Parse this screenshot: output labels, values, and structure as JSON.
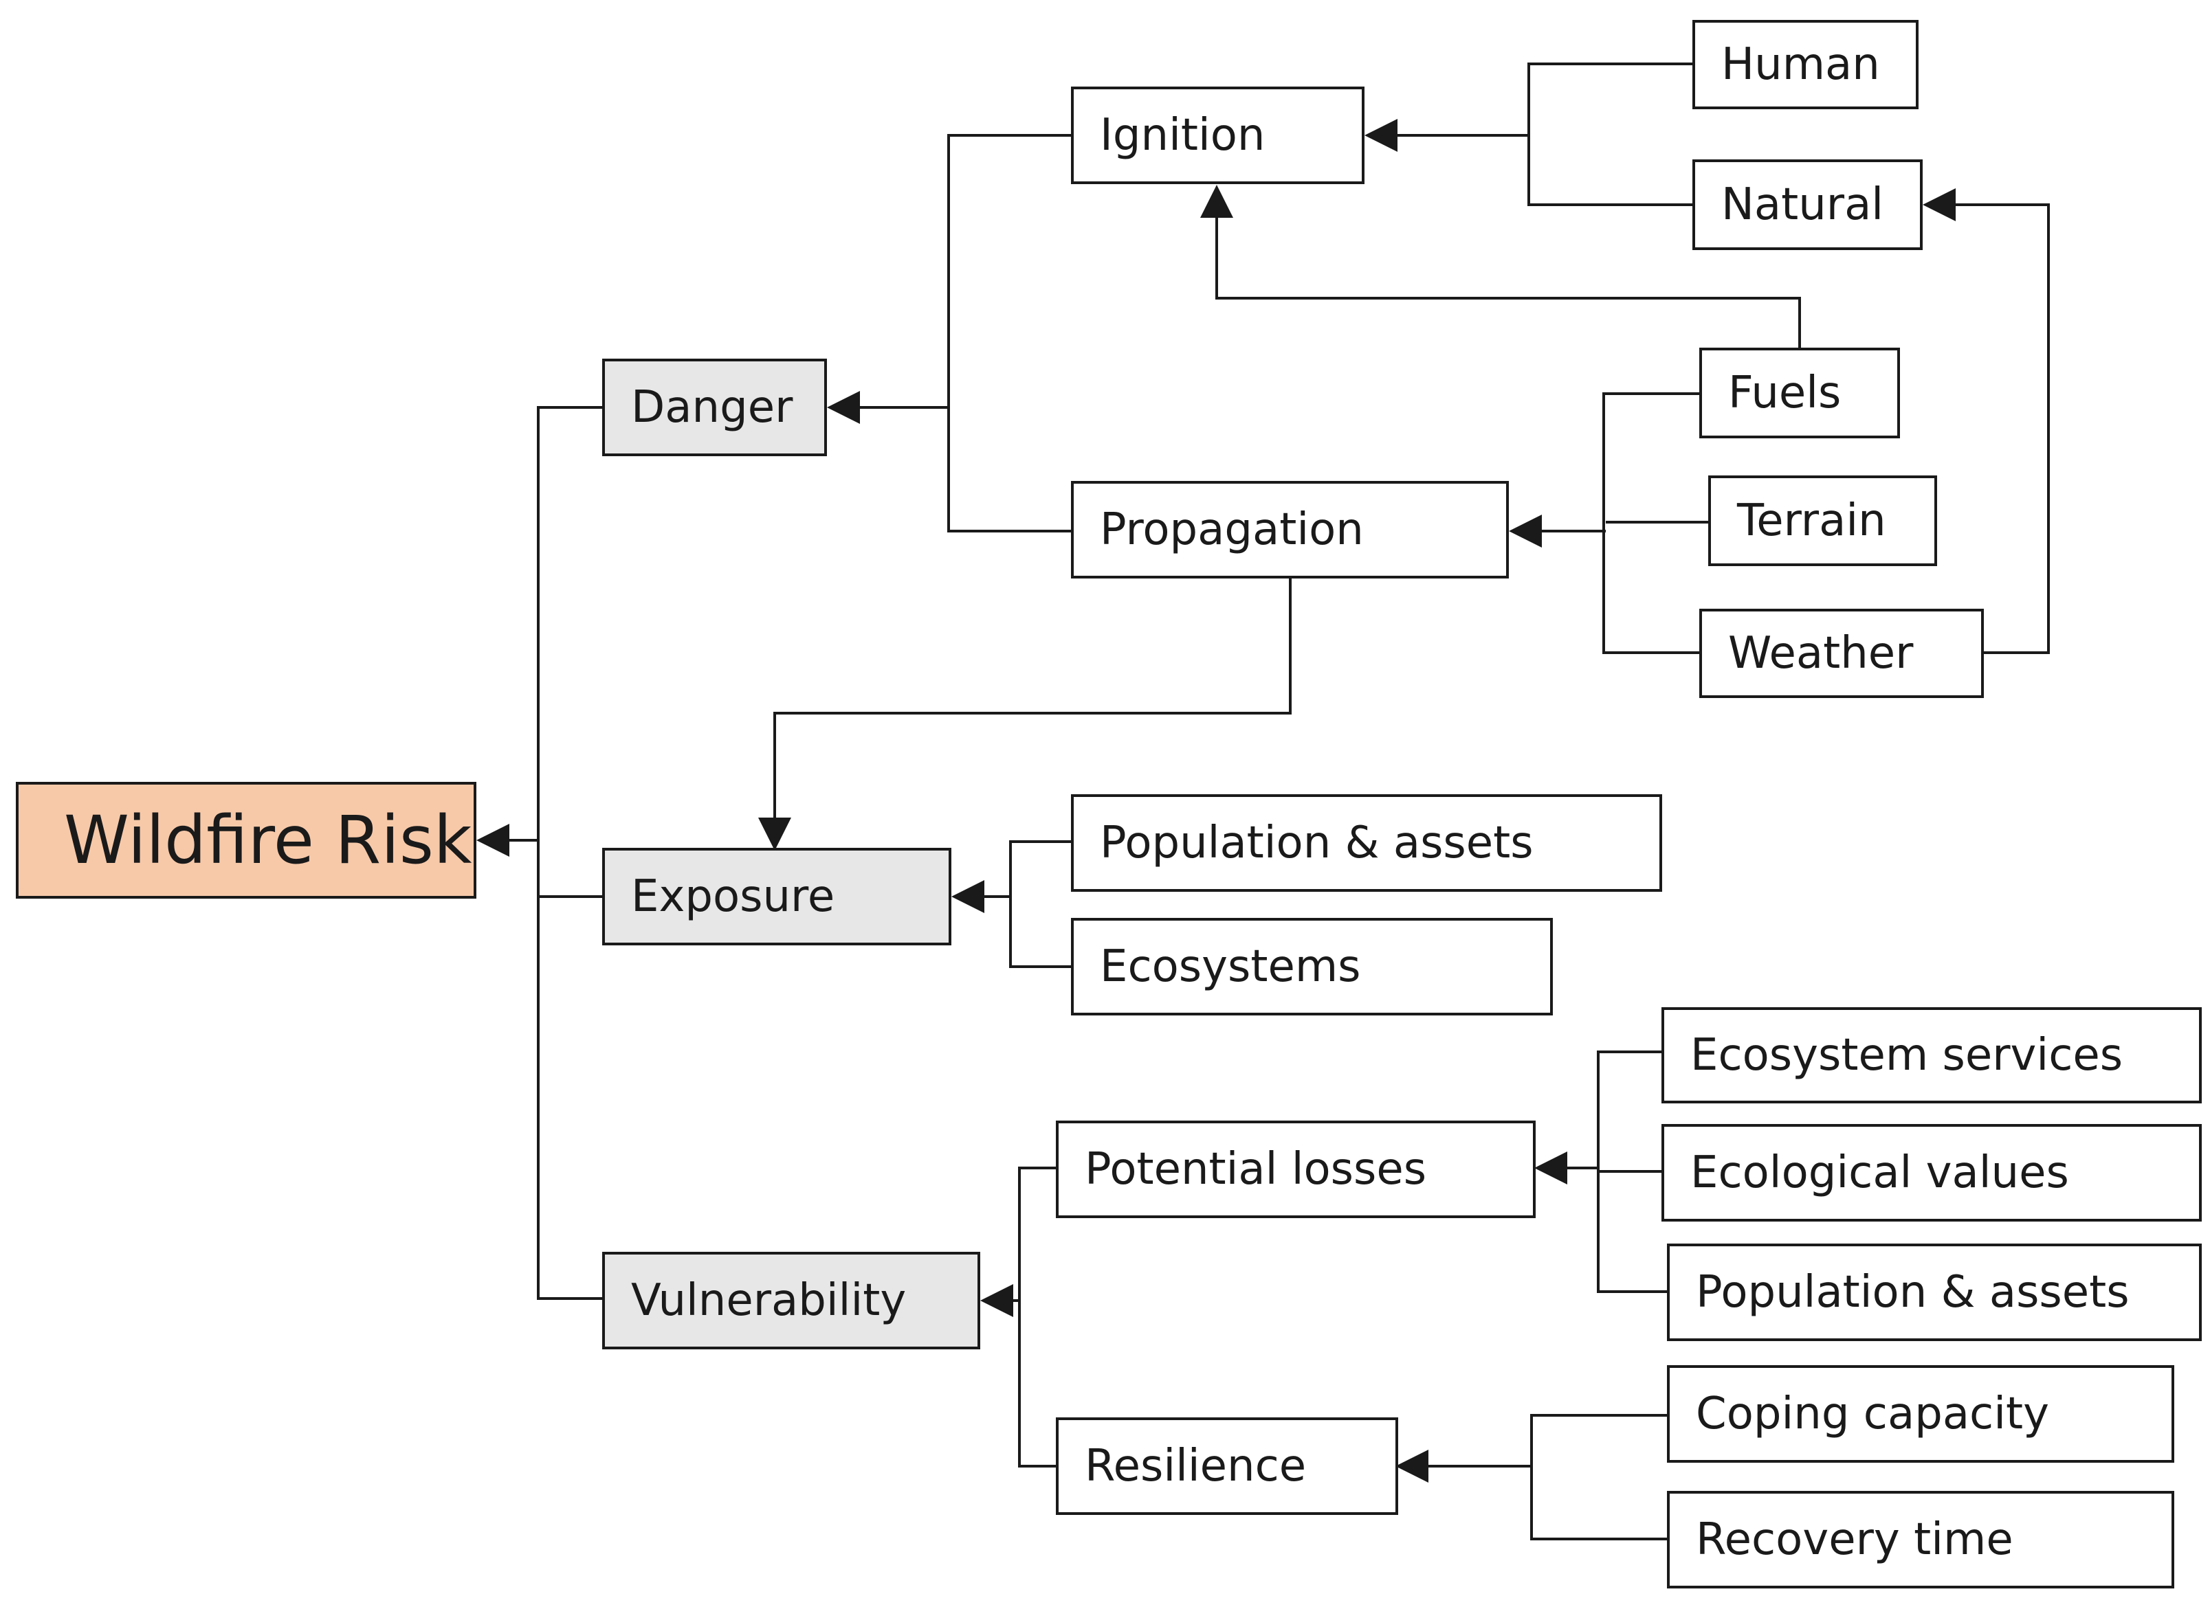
{
  "colors": {
    "root_fill": "#f7c9a9",
    "component_fill": "#e7e7e7",
    "box_fill": "#ffffff",
    "line": "#1a1a1a"
  },
  "nodes": {
    "root": "Wildfire Risk",
    "danger": "Danger",
    "exposure": "Exposure",
    "vulnerability": "Vulnerability",
    "ignition": "Ignition",
    "propagation": "Propagation",
    "human": "Human",
    "natural": "Natural",
    "fuels": "Fuels",
    "terrain": "Terrain",
    "weather": "Weather",
    "population_assets_exposure": "Population & assets",
    "ecosystems": "Ecosystems",
    "potential_losses": "Potential losses",
    "resilience": "Resilience",
    "ecosystem_services": "Ecosystem services",
    "ecological_values": "Ecological values",
    "population_assets_losses": "Population & assets",
    "coping_capacity": "Coping capacity",
    "recovery_time": "Recovery time"
  }
}
